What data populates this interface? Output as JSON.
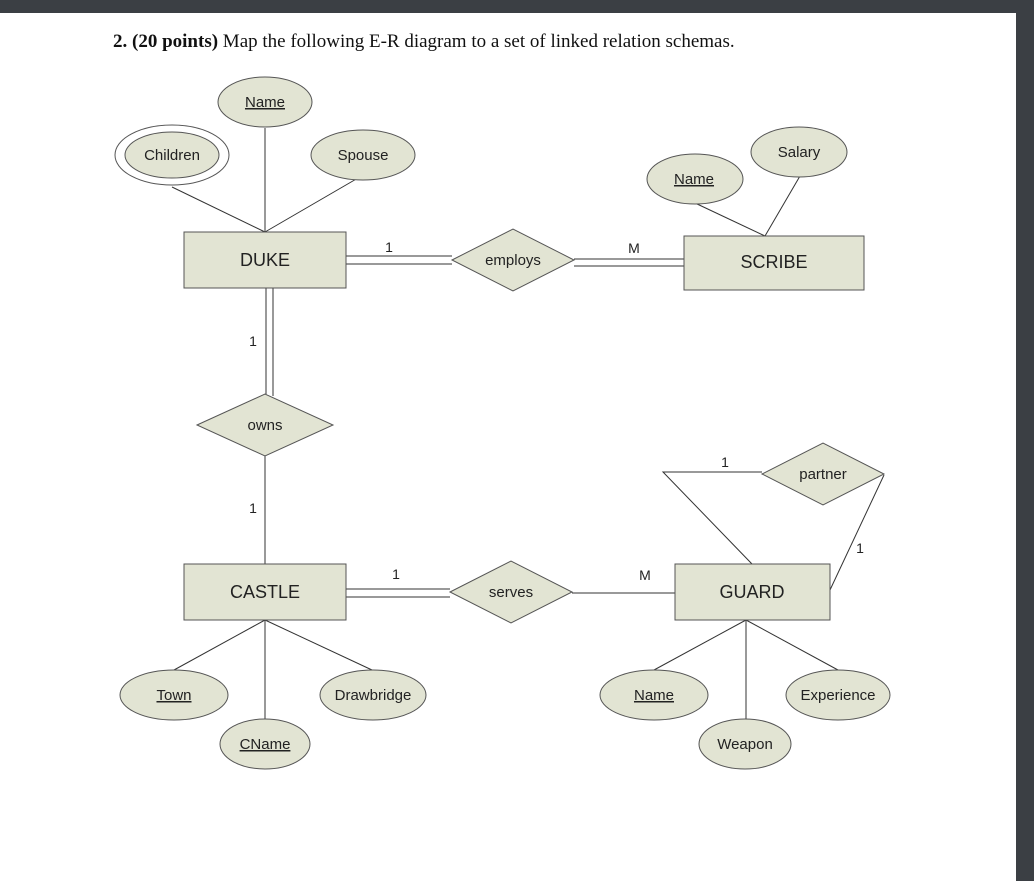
{
  "question": {
    "prefix": "2. (20 points)",
    "text": " Map the following E-R diagram to a set of linked relation schemas."
  },
  "colors": {
    "shape_fill": "#e2e4d3",
    "shape_stroke": "#555555",
    "line": "#333333"
  },
  "entities": {
    "duke": "DUKE",
    "scribe": "SCRIBE",
    "castle": "CASTLE",
    "guard": "GUARD"
  },
  "relationships": {
    "employs": "employs",
    "owns": "owns",
    "serves": "serves",
    "partner": "partner"
  },
  "attributes": {
    "duke_name": "Name",
    "duke_children": "Children",
    "duke_spouse": "Spouse",
    "scribe_name": "Name",
    "scribe_salary": "Salary",
    "castle_town": "Town",
    "castle_cname": "CName",
    "castle_drawbridge": "Drawbridge",
    "guard_name": "Name",
    "guard_weapon": "Weapon",
    "guard_experience": "Experience"
  },
  "cardinalities": {
    "employs_duke": "1",
    "employs_scribe": "M",
    "owns_duke": "1",
    "owns_castle": "1",
    "serves_castle": "1",
    "serves_guard": "M",
    "partner_left": "1",
    "partner_right": "1"
  }
}
